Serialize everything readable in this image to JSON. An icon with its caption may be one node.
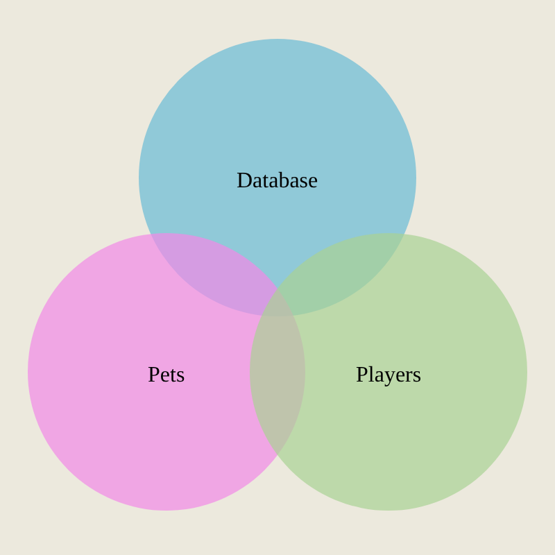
{
  "diagram": {
    "nodes": [
      {
        "text": [
          "Database"
        ]
      },
      {
        "text": [
          "Pets"
        ]
      },
      {
        "text": [
          "Players"
        ]
      }
    ]
  }
}
